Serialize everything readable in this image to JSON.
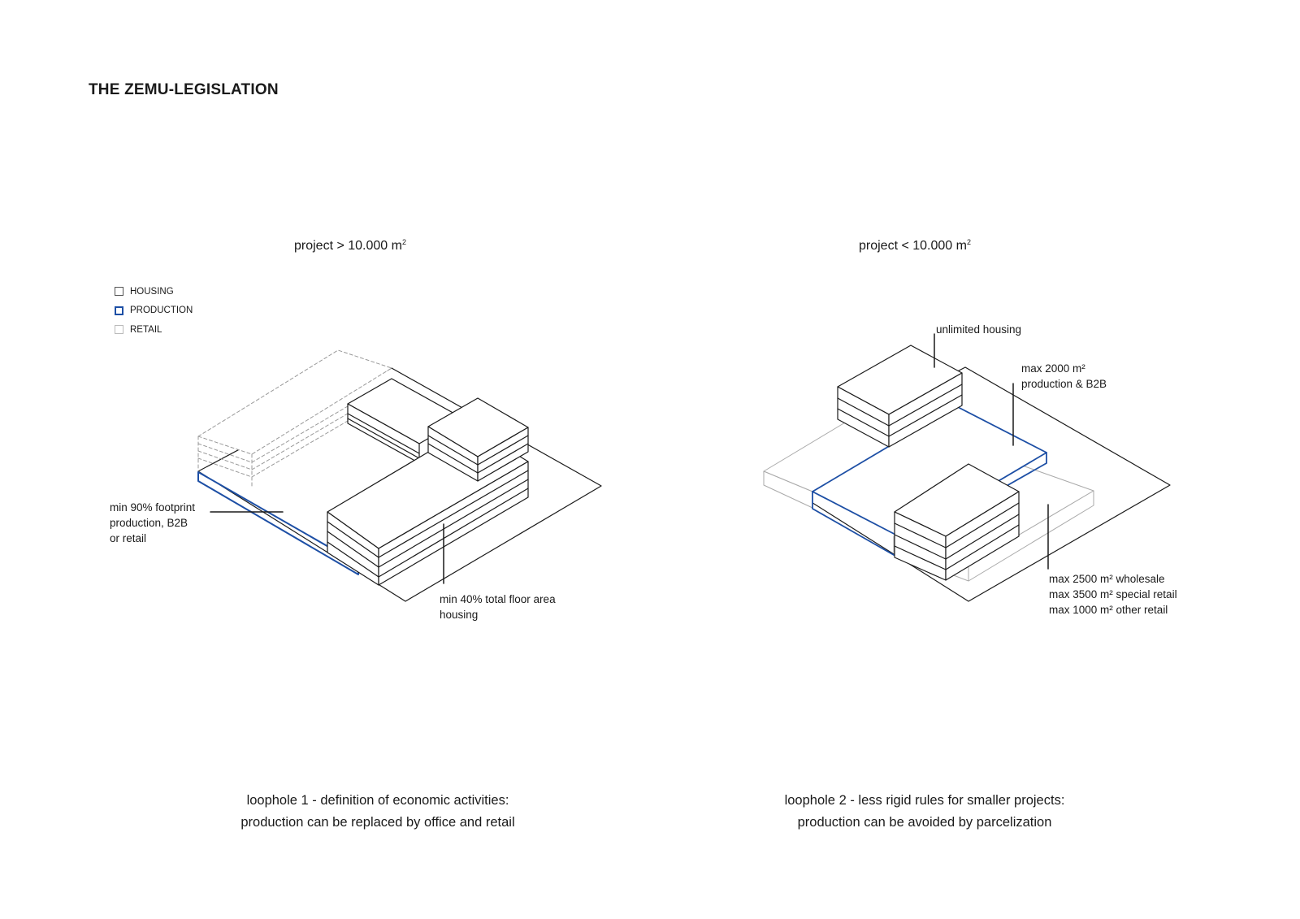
{
  "title": "THE ZEMU-LEGISLATION",
  "left_panel": {
    "project_label": "project > 10.000 m",
    "project_label_sup": "2",
    "legend": [
      {
        "key": "housing",
        "label": "HOUSING"
      },
      {
        "key": "production",
        "label": "PRODUCTION"
      },
      {
        "key": "retail",
        "label": "RETAIL"
      }
    ],
    "annotation_footprint": "min 90% footprint\nproduction, B2B\nor retail",
    "annotation_floor_area": "min 40% total floor area\nhousing",
    "caption_line1": "loophole 1 -  definition of economic activities:",
    "caption_line2": "production can be replaced by office and retail"
  },
  "right_panel": {
    "project_label": "project < 10.000 m",
    "project_label_sup": "2",
    "annotation_housing": "unlimited housing",
    "annotation_production_line1": "max 2000 m²",
    "annotation_production_line2": "production & B2B",
    "annotation_retail_line1": "max 2500 m² wholesale",
    "annotation_retail_line2": "max 3500 m² special retail",
    "annotation_retail_line3": "max 1000 m² other retail",
    "caption_line1": "loophole 2 -  less rigid rules for smaller projects:",
    "caption_line2": "production can be avoided by parcelization"
  },
  "colors": {
    "production": "#1d4fa5",
    "housing": "#1a1a1a",
    "retail": "#bbbbbb"
  }
}
